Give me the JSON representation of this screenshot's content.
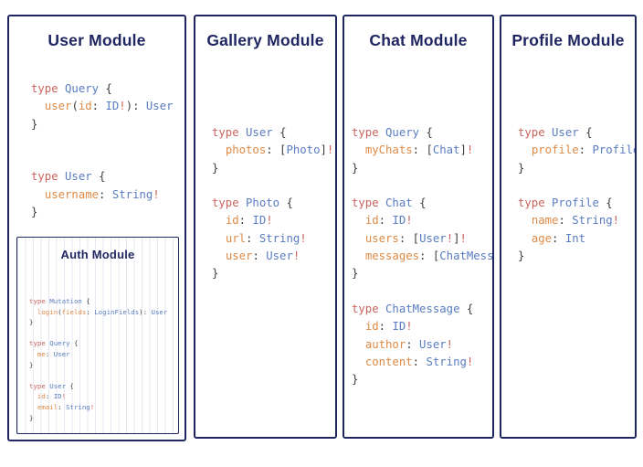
{
  "page": {
    "background_color": "#ffffff",
    "border_color": "#1f2560",
    "title_color": "#1f2560",
    "token_colors": {
      "keyword": "#c8645f",
      "type_name": "#5a7cc0",
      "field_name": "#dd8a46",
      "non_null_bang": "#c8645f",
      "punctuation": "#3d3d3d"
    }
  },
  "panels": [
    {
      "id": "user-module",
      "title": "User Module",
      "code": "type Query {\n  user(id: ID!): User\n}\n\n\ntype User {\n  username: String!\n}",
      "nested": {
        "id": "auth-module",
        "title": "Auth Module",
        "code": "type Mutation {\n  login(fields: LoginFields): User\n}\n\ntype Query {\n  me: User\n}\n\ntype User {\n  id: ID!\n  email: String!\n}"
      }
    },
    {
      "id": "gallery-module",
      "title": "Gallery Module",
      "code": "type User {\n  photos: [Photo]!\n}\n\ntype Photo {\n  id: ID!\n  url: String!\n  user: User!\n}"
    },
    {
      "id": "chat-module",
      "title": "Chat Module",
      "code": "type Query {\n  myChats: [Chat]!\n}\n\ntype Chat {\n  id: ID!\n  users: [User!]!\n  messages: [ChatMessage]!\n}\n\ntype ChatMessage {\n  id: ID!\n  author: User!\n  content: String!\n}"
    },
    {
      "id": "profile-module",
      "title": "Profile Module",
      "code": "type User {\n  profile: Profile!\n}\n\ntype Profile {\n  name: String!\n  age: Int\n}"
    }
  ]
}
